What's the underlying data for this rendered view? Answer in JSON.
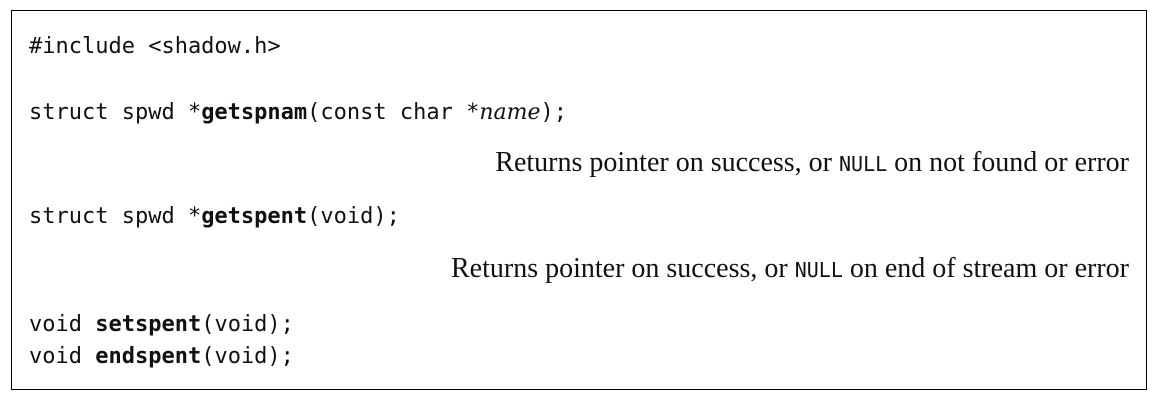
{
  "include_line": "#include <shadow.h>",
  "getspnam": {
    "prefix": "struct spwd *",
    "name": "getspnam",
    "args_open": "(const char *",
    "param": "name",
    "args_close": ");",
    "returns": {
      "before": "Returns pointer on success, or ",
      "null": "NULL",
      "after": " on not found or error"
    }
  },
  "getspent": {
    "prefix": "struct spwd *",
    "name": "getspent",
    "args": "(void);",
    "returns": {
      "before": "Returns pointer on success, or ",
      "null": "NULL",
      "after": " on end of stream or error"
    }
  },
  "setspent": {
    "prefix": "void ",
    "name": "setspent",
    "args": "(void);"
  },
  "endspent": {
    "prefix": "void ",
    "name": "endspent",
    "args": "(void);"
  }
}
